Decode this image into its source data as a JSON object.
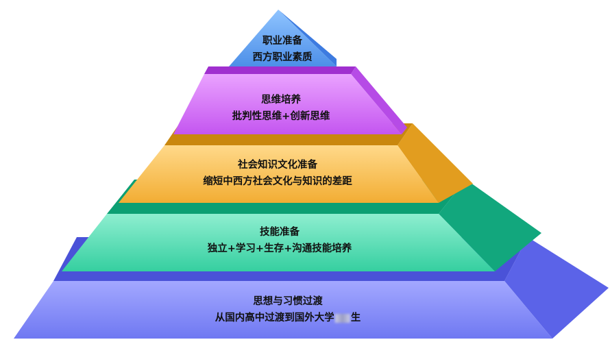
{
  "layers": [
    {
      "title": "职业准备",
      "subtitle": "西方职业素质",
      "colors": {
        "front_top": "#8fc4ff",
        "front_bottom": "#4d8fe8",
        "top": "#2f6fd0",
        "side": "#3d7be0"
      }
    },
    {
      "title": "思维培养",
      "subtitle": "批判性思维+创新思维",
      "colors": {
        "front_top": "#eaa2ff",
        "front_bottom": "#c456f0",
        "top": "#a02fcf",
        "side": "#b64be6"
      }
    },
    {
      "title": "社会知识文化准备",
      "subtitle": "缩短中西方社会文化与知识的差距",
      "colors": {
        "front_top": "#ffd98a",
        "front_bottom": "#f2ad33",
        "top": "#c9870e",
        "side": "#e29d1f"
      }
    },
    {
      "title": "技能准备",
      "subtitle": "独立+学习+生存+沟通技能培养",
      "colors": {
        "front_top": "#8eeed0",
        "front_bottom": "#35cfa0",
        "top": "#0c9f73",
        "side": "#12a77d"
      }
    },
    {
      "title": "思想与习惯过渡",
      "subtitle_before": "从国内高中过渡到国外大学",
      "subtitle_after": "生",
      "colors": {
        "front_top": "#a3a8ff",
        "front_bottom": "#6f78f2",
        "top": "#4a52d8",
        "side": "#5b63e8"
      }
    }
  ]
}
